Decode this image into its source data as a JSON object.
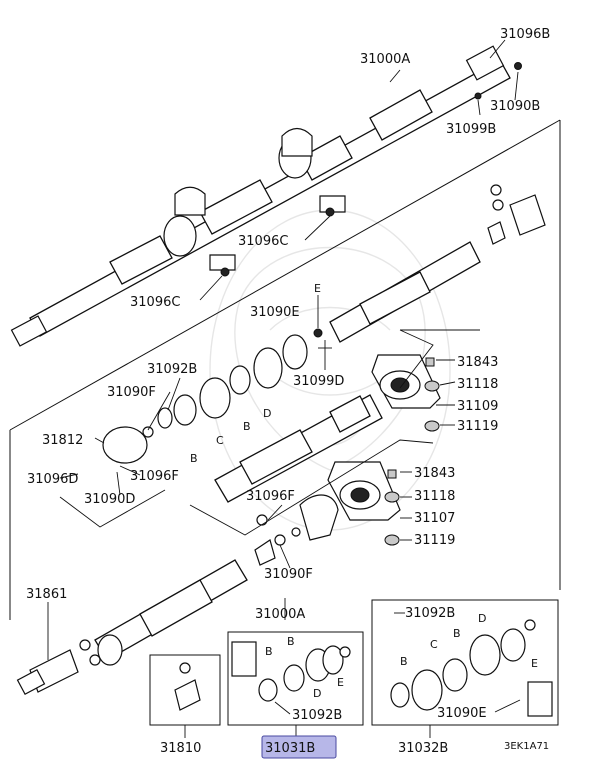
{
  "labels": {
    "p31096B": "31096B",
    "p31000A_top": "31000A",
    "p31090B": "31090B",
    "p31099B": "31099B",
    "p31096C_1": "31096C",
    "p31096C_2": "31096C",
    "letterE_1": "E",
    "p31090E_1": "31090E",
    "p31099D": "31099D",
    "p31843_1": "31843",
    "p31118_1": "31118",
    "p31109": "31109",
    "p31119_1": "31119",
    "p31092B_1": "31092B",
    "p31090F_1": "31090F",
    "letterB_1": "B",
    "letterC_1": "C",
    "letterB_2": "B",
    "letterD_1": "D",
    "p31812": "31812",
    "p31096D": "31096D",
    "p31096F_1": "31096F",
    "p31090D": "31090D",
    "p31843_2": "31843",
    "p31118_2": "31118",
    "p31107": "31107",
    "p31119_2": "31119",
    "p31096F_2": "31096F",
    "p31090F_2": "31090F",
    "p31861": "31861",
    "p31000A_mid": "31000A",
    "letterB_3": "B",
    "letterB_4": "B",
    "letterD_2": "D",
    "letterE_2": "E",
    "p31092B_2": "31092B",
    "p31092B_3": "31092B",
    "letterB_5": "B",
    "letterC_2": "C",
    "letterB_6": "B",
    "letterD_3": "D",
    "letterE_3": "E",
    "p31090E_2": "31090E",
    "p31810": "31810",
    "p31031B": "31031B",
    "p31032B": "31032B",
    "ref_code": "3EK1A71"
  },
  "highlight": {
    "part": "31031B",
    "color": "#b7b7e8"
  }
}
